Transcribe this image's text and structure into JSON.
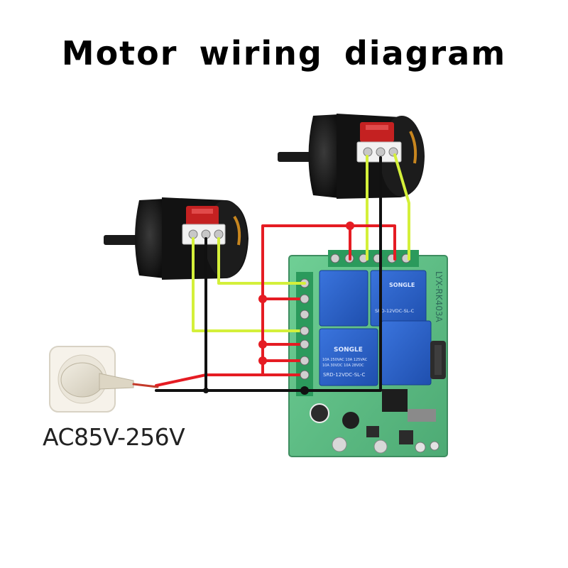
{
  "title": "Motor wiring diagram",
  "power_label": "AC85V-256V",
  "board_model": "LYX-RK403A",
  "relay": {
    "brand": "SONGLE",
    "model": "SRD-12VDC-SL-C",
    "rating_line1": "10A 250VAC  10A 125VAC",
    "rating_line2": "10A 30VDC  10A 28VDC"
  },
  "colors": {
    "live_wire": "#e51c23",
    "neutral_wire": "#111111",
    "motor_wire": "#d4f03a",
    "board": "#5fbf86",
    "relay": "#2c62c8"
  }
}
